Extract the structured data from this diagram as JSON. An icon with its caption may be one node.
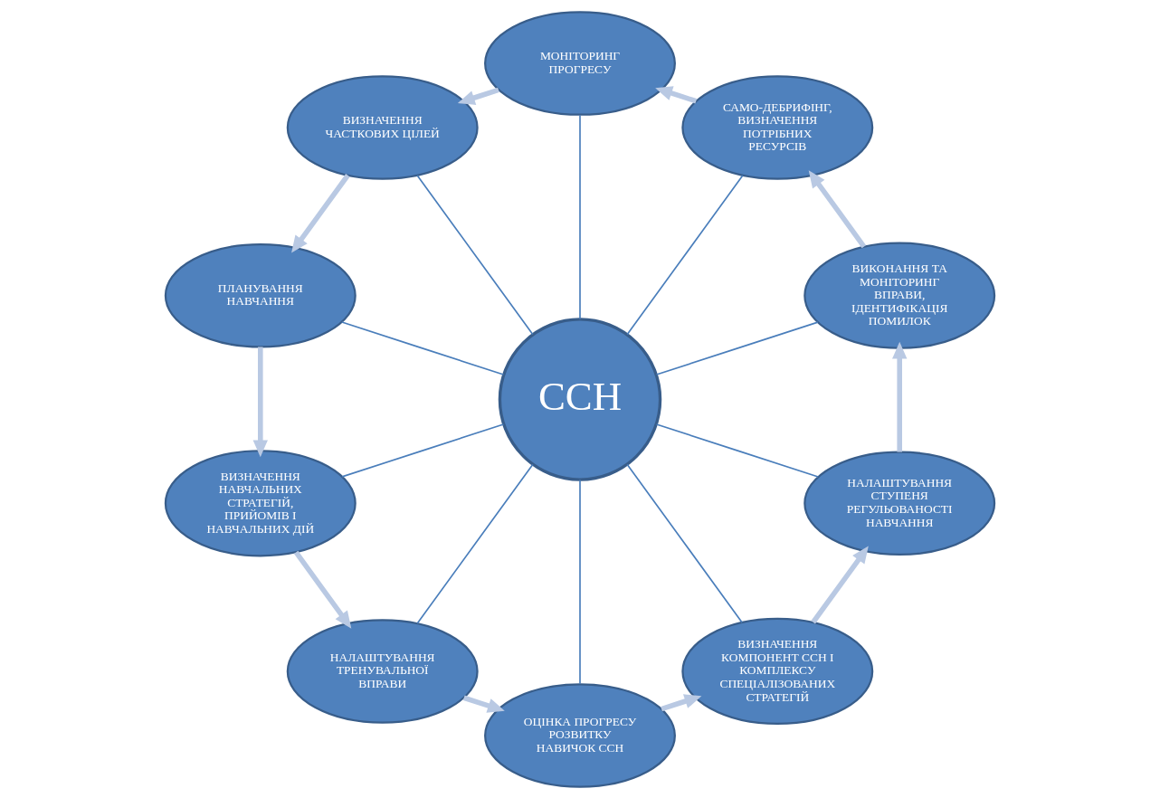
{
  "diagram": {
    "nodes": [
      {
        "text": [
          "ССН"
        ]
      },
      {
        "text": [
          "ВИКОНАННЯ ТА МОНІТОРИНГ ВПРАВИ, ІДЕНТИФІКАЦІЯ ПОМИЛОК"
        ]
      },
      {
        "text": [
          "САМО-ДЕБРИФІНГ, ВИЗНАЧЕННЯ ПОТРІБНИХ РЕСУРСІВ"
        ]
      },
      {
        "text": [
          "МОНІТОРИНГ ПРОГРЕСУ"
        ]
      },
      {
        "text": [
          "ВИЗНАЧЕННЯ ЧАСТКОВИХ ЦІЛЕЙ"
        ]
      },
      {
        "text": [
          "ПЛАНУВАННЯ НАВЧАННЯ"
        ]
      },
      {
        "text": [
          "ВИЗНАЧЕННЯ НАВЧАЛЬНИХ СТРАТЕГІЙ, ПРИЙОМІВ І НАВЧАЛЬНИХ ДІЙ"
        ]
      },
      {
        "text": [
          "НАЛАШТУВАННЯ ТРЕНУВАЛЬНОЇ ВПРАВИ"
        ]
      },
      {
        "text": [
          "ОЦІНКА ПРОГРЕСУ РОЗВИТКУ НАВИЧОК ССН"
        ]
      },
      {
        "text": [
          "ВИЗНАЧЕННЯ КОМПОНЕНТ ССН І КОМПЛЕКСУ СПЕЦІАЛІЗОВАНИХ СТРАТЕГІЙ"
        ]
      },
      {
        "text": [
          "НАЛАШТУВАННЯ СТУПЕНЯ РЕГУЛЬОВАНОСТІ НАВЧАННЯ"
        ]
      }
    ],
    "edges": [
      {
        "from": 0,
        "to": 1,
        "arrow": "none"
      },
      {
        "from": 0,
        "to": 2,
        "arrow": "none"
      },
      {
        "from": 0,
        "to": 3,
        "arrow": "none"
      },
      {
        "from": 0,
        "to": 4,
        "arrow": "none"
      },
      {
        "from": 0,
        "to": 5,
        "arrow": "none"
      },
      {
        "from": 0,
        "to": 6,
        "arrow": "none"
      },
      {
        "from": 0,
        "to": 7,
        "arrow": "none"
      },
      {
        "from": 0,
        "to": 8,
        "arrow": "none"
      },
      {
        "from": 0,
        "to": 9,
        "arrow": "none"
      },
      {
        "from": 0,
        "to": 10,
        "arrow": "none"
      },
      {
        "from": 10,
        "to": 1,
        "arrow": "to",
        "style": "thick",
        "color": "#b9c9e3"
      },
      {
        "from": 1,
        "to": 2,
        "arrow": "to",
        "style": "thick",
        "color": "#b9c9e3"
      },
      {
        "from": 2,
        "to": 3,
        "arrow": "to",
        "style": "thick",
        "color": "#b9c9e3"
      },
      {
        "from": 3,
        "to": 4,
        "arrow": "to",
        "style": "thick",
        "color": "#b9c9e3"
      },
      {
        "from": 4,
        "to": 5,
        "arrow": "to",
        "style": "thick",
        "color": "#b9c9e3"
      },
      {
        "from": 5,
        "to": 6,
        "arrow": "to",
        "style": "thick",
        "color": "#b9c9e3"
      },
      {
        "from": 6,
        "to": 7,
        "arrow": "to",
        "style": "thick",
        "color": "#b9c9e3"
      },
      {
        "from": 7,
        "to": 8,
        "arrow": "to",
        "style": "thick",
        "color": "#b9c9e3"
      },
      {
        "from": 8,
        "to": 9,
        "arrow": "to",
        "style": "thick",
        "color": "#b9c9e3"
      },
      {
        "from": 9,
        "to": 10,
        "arrow": "to",
        "style": "thick",
        "color": "#b9c9e3"
      }
    ]
  }
}
